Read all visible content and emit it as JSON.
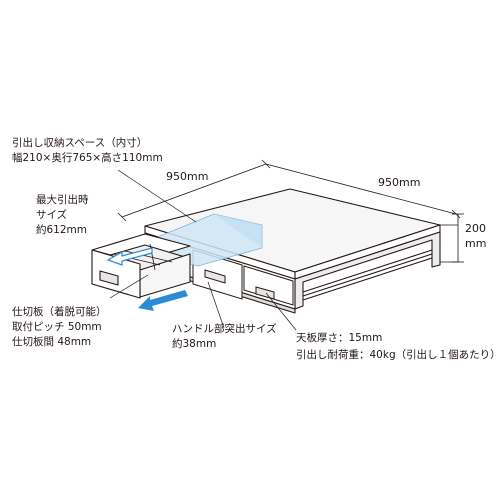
{
  "callouts": {
    "storage_space": {
      "line1": "引出し収納スペース（内寸）",
      "line2": "幅210×奥行765×高さ110mm"
    },
    "max_pullout": {
      "line1": "最大引出時",
      "line2": "サイズ",
      "line3": "約612mm"
    },
    "divider": {
      "line1": "仕切板（着脱可能）",
      "line2": "取付ピッチ 50mm",
      "line3": "仕切板間 48mm"
    },
    "handle": {
      "line1": "ハンドル部突出サイズ",
      "line2": "約38mm"
    },
    "top_thickness": "天板厚さ：15mm",
    "load_capacity": "引出し耐荷重：40kg（引出し１個あたり）"
  },
  "dimensions": {
    "depth": "950mm",
    "width": "950mm",
    "height_value": "200",
    "height_unit": "mm"
  },
  "colors": {
    "line": "#231815",
    "arrow": "#2b8ad8",
    "box_fill": "#cfe6f6",
    "panel": "#f4f4f4",
    "shadow": "#e8e8e8"
  }
}
